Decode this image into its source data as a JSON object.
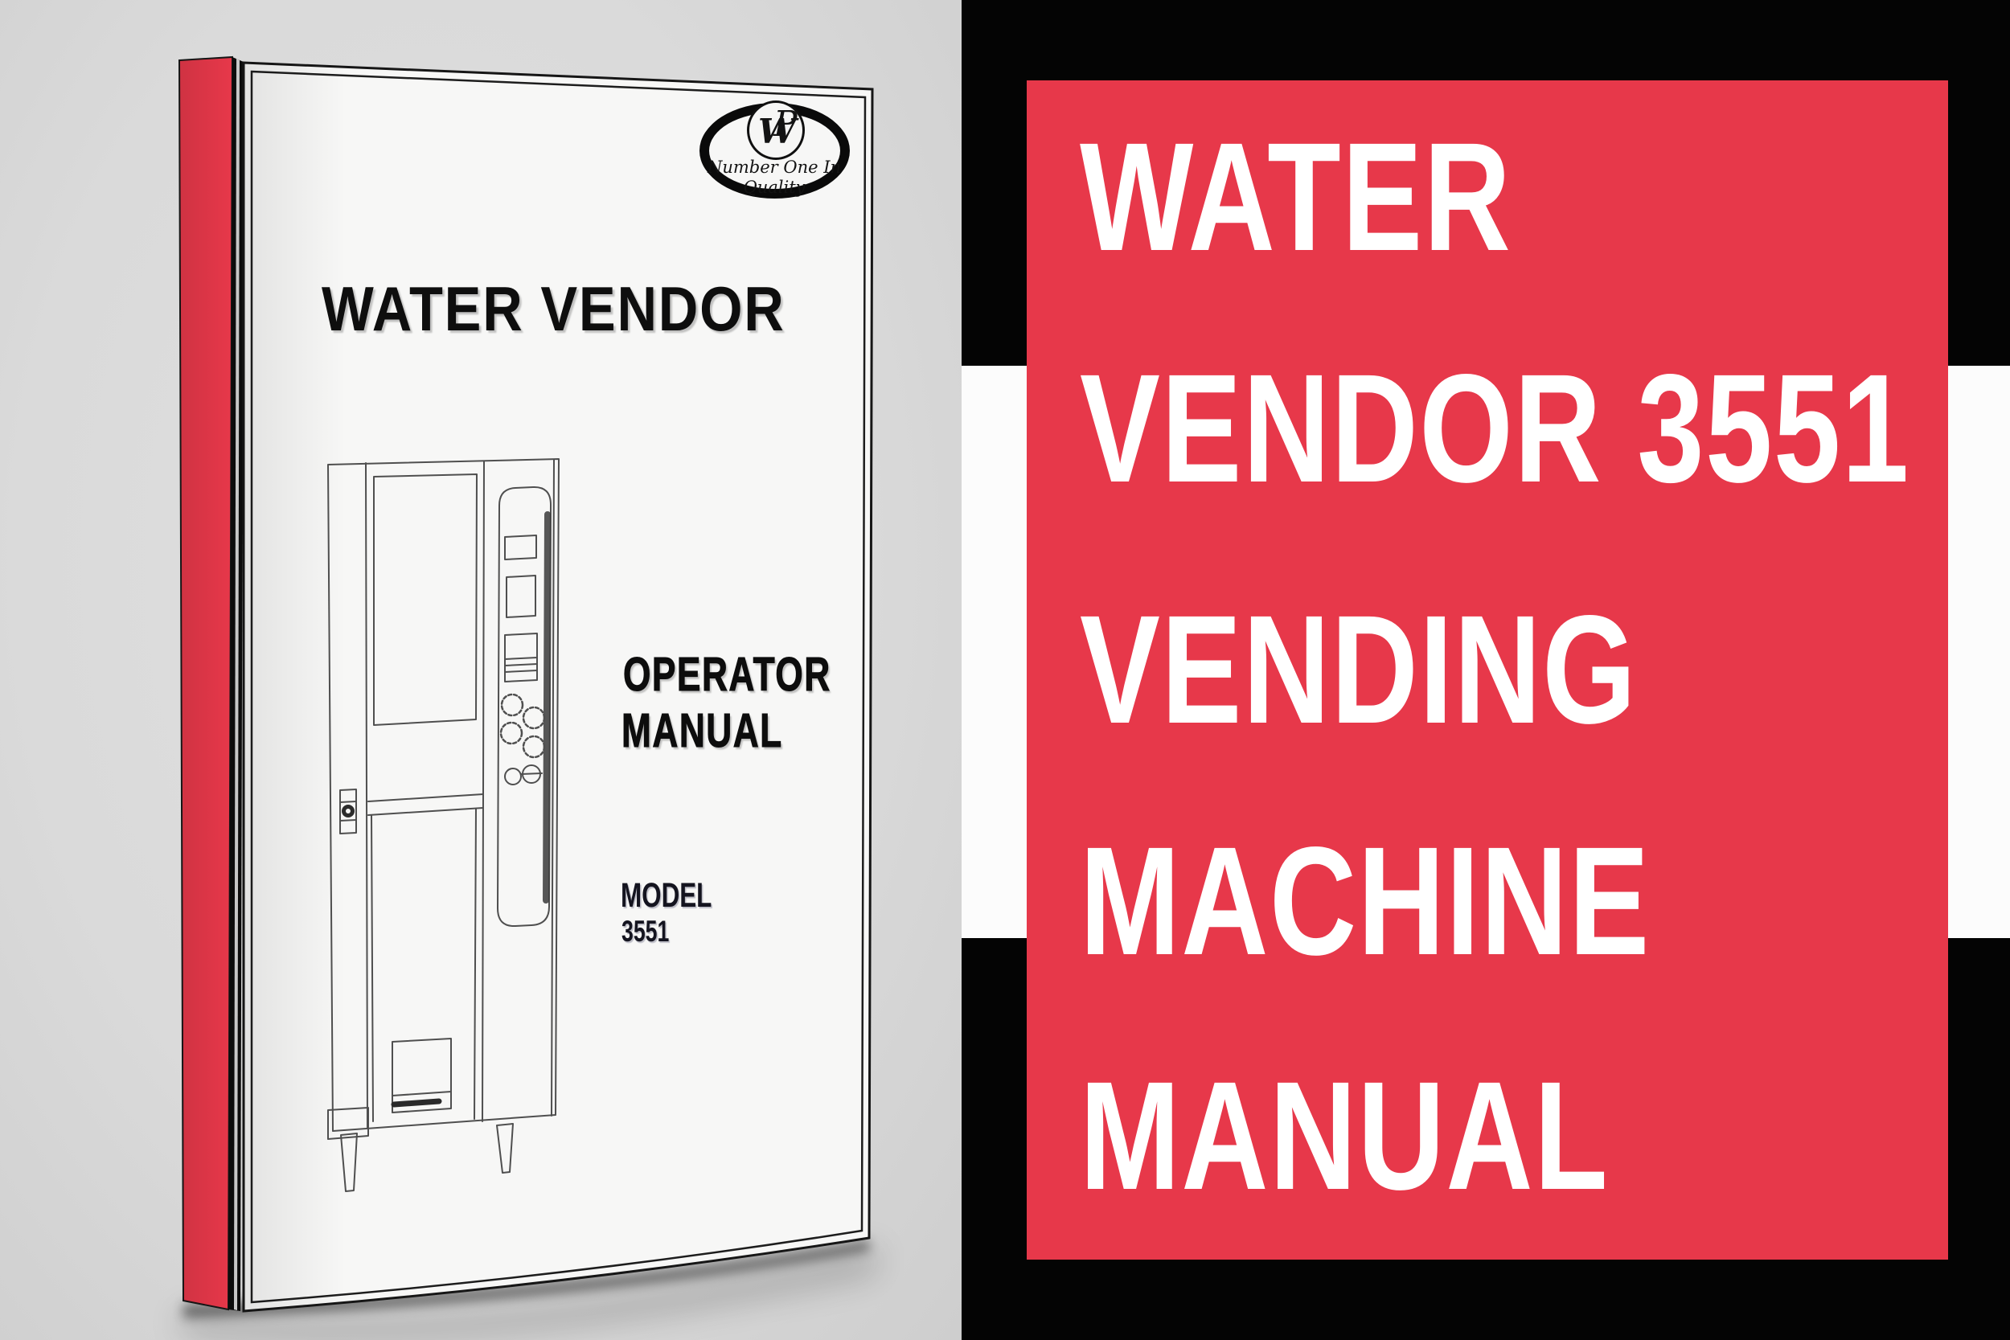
{
  "colors": {
    "page_background": "#dadada",
    "panel_black": "#040404",
    "band_white": "#fcfcfc",
    "accent_red": "#e7384a",
    "cover_white": "#f7f7f6",
    "ink": "#0e0e0e"
  },
  "book": {
    "logo": {
      "monogram_w": "W",
      "monogram_p": "P",
      "tagline_line1": "Number One In",
      "tagline_line2": "Quality"
    },
    "title": "WATER VENDOR",
    "subtitle_line1": "OPERATOR",
    "subtitle_line2": "MANUAL",
    "model_label": "MODEL",
    "model_number": "3551"
  },
  "poster": {
    "lines": [
      "WATER",
      "VENDOR 3551",
      "VENDING",
      "MACHINE",
      "MANUAL"
    ]
  }
}
